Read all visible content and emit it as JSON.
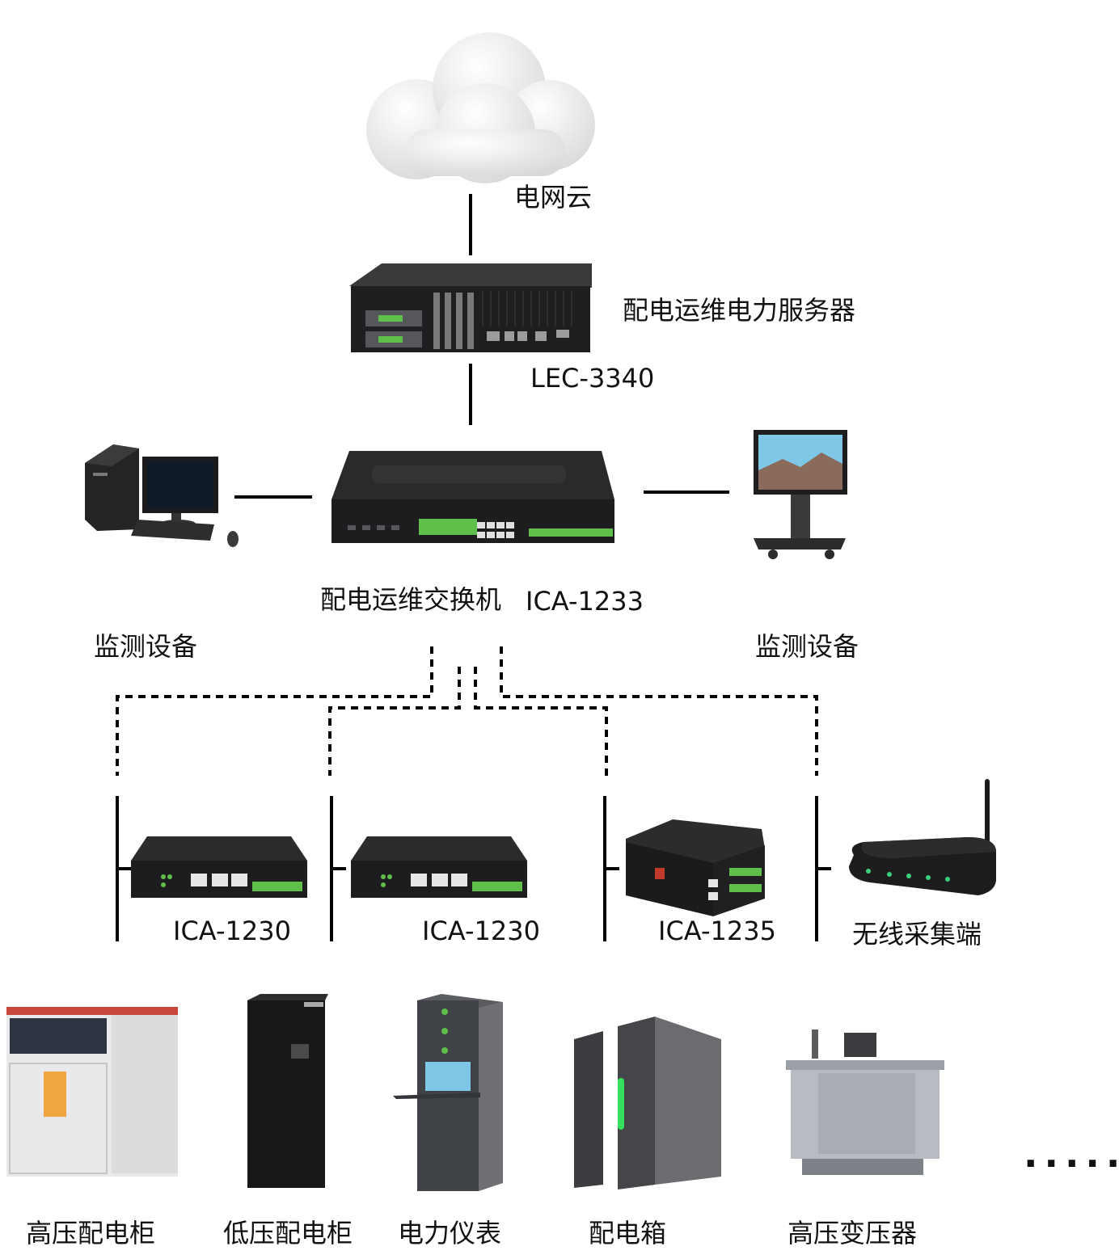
{
  "labels": {
    "cloud": "电网云",
    "server": "配电运维电力服务器",
    "server_model": "LEC-3340",
    "switch": "配电运维交换机",
    "switch_model": "ICA-1233",
    "monitor_left": "监测设备",
    "monitor_right": "监测设备",
    "gw1": "ICA-1230",
    "gw2": "ICA-1230",
    "gw3": "ICA-1235",
    "wireless": "无线采集端",
    "eq1": "高压配电柜",
    "eq2": "低压配电柜",
    "eq3": "电力仪表",
    "eq4": "配电箱",
    "eq5": "高压变压器",
    "more": "....."
  },
  "colors": {
    "device_dark": "#2a2a2c",
    "terminal_green": "#5fbf4a",
    "line": "#000000",
    "cloud": "#f1f1f1",
    "screen_blue": "#7fc7e6"
  },
  "icons": [
    "cloud-icon",
    "rack-server-icon",
    "network-switch-icon",
    "desktop-pc-icon",
    "display-stand-icon",
    "gateway-icon",
    "edge-computer-icon",
    "wireless-router-icon",
    "switchgear-cabinet-icon",
    "server-rack-icon",
    "meter-cabinet-icon",
    "distribution-box-icon",
    "transformer-icon"
  ]
}
